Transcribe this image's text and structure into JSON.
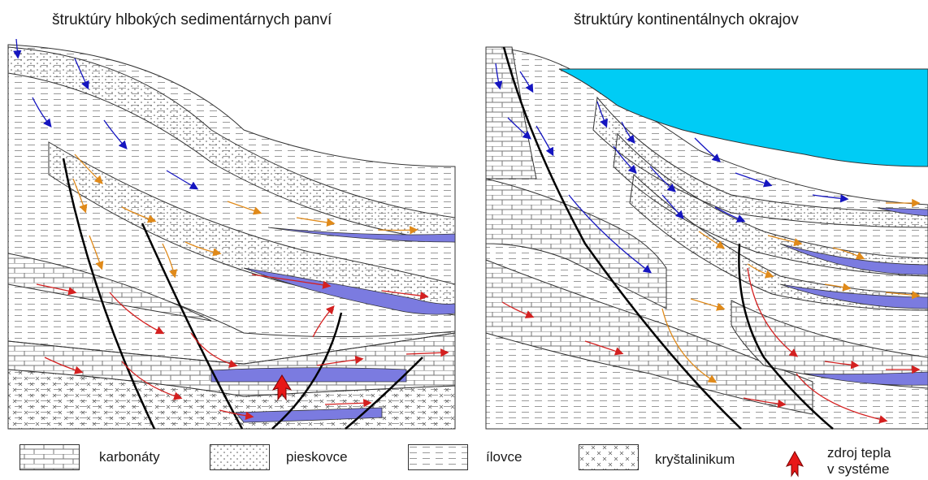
{
  "titles": {
    "left": "štruktúry hlbokých sedimentárnych panví",
    "right": "štruktúry kontinentálnych okrajov"
  },
  "legend": [
    {
      "id": "carbonates",
      "label": "karbonáty",
      "pattern": "brick"
    },
    {
      "id": "sandstones",
      "label": "pieskovce",
      "pattern": "dots"
    },
    {
      "id": "claystones",
      "label": "ílovce",
      "pattern": "dashes"
    },
    {
      "id": "crystalline",
      "label": "kryštalinikum",
      "pattern": "crosses"
    },
    {
      "id": "heat-source",
      "label_line1": "zdroj tepla",
      "label_line2": "v systéme",
      "pattern": "red-arrow"
    }
  ],
  "colors": {
    "sea": "#00ccf5",
    "reservoir": "#7b7be0",
    "flow_cold": "#1515c0",
    "flow_warm": "#e08a1a",
    "flow_hot": "#d42020",
    "fault": "#000000",
    "outline": "#333333"
  }
}
